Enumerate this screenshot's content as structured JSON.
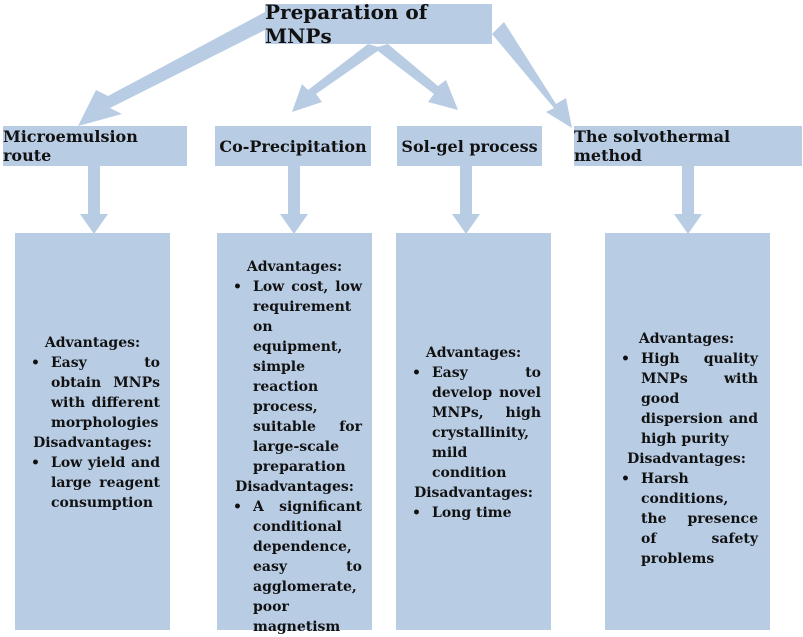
{
  "title": "Preparation of MNPs",
  "methods": [
    {
      "name": "Microemulsion route",
      "advantages_label": "Advantages:",
      "advantages": [
        "Easy to obtain MNPs with different morphologies"
      ],
      "disadvantages_label": "Disadvantages:",
      "disadvantages": [
        "Low yield and large reagent consumption"
      ]
    },
    {
      "name": "Co-Precipitation",
      "advantages_label": "Advantages:",
      "advantages": [
        "Low cost, low requirement on equipment, simple reaction process, suitable for large-scale preparation"
      ],
      "disadvantages_label": "Disadvantages:",
      "disadvantages": [
        "A significant conditional dependence, easy to agglomerate, poor magnetism"
      ]
    },
    {
      "name": "Sol-gel process",
      "advantages_label": "Advantages:",
      "advantages": [
        "Easy to develop novel MNPs, high crystallinity, mild condition"
      ],
      "disadvantages_label": "Disadvantages:",
      "disadvantages": [
        "Long time"
      ]
    },
    {
      "name": "The solvothermal method",
      "advantages_label": "Advantages:",
      "advantages": [
        "High quality MNPs with good dispersion and high purity"
      ],
      "disadvantages_label": "Disadvantages:",
      "disadvantages": [
        "Harsh conditions, the presence of safety problems"
      ]
    }
  ],
  "colors": {
    "box_fill": "#b8cce4",
    "arrow_fill": "#b8cce4",
    "text": "#111111"
  }
}
